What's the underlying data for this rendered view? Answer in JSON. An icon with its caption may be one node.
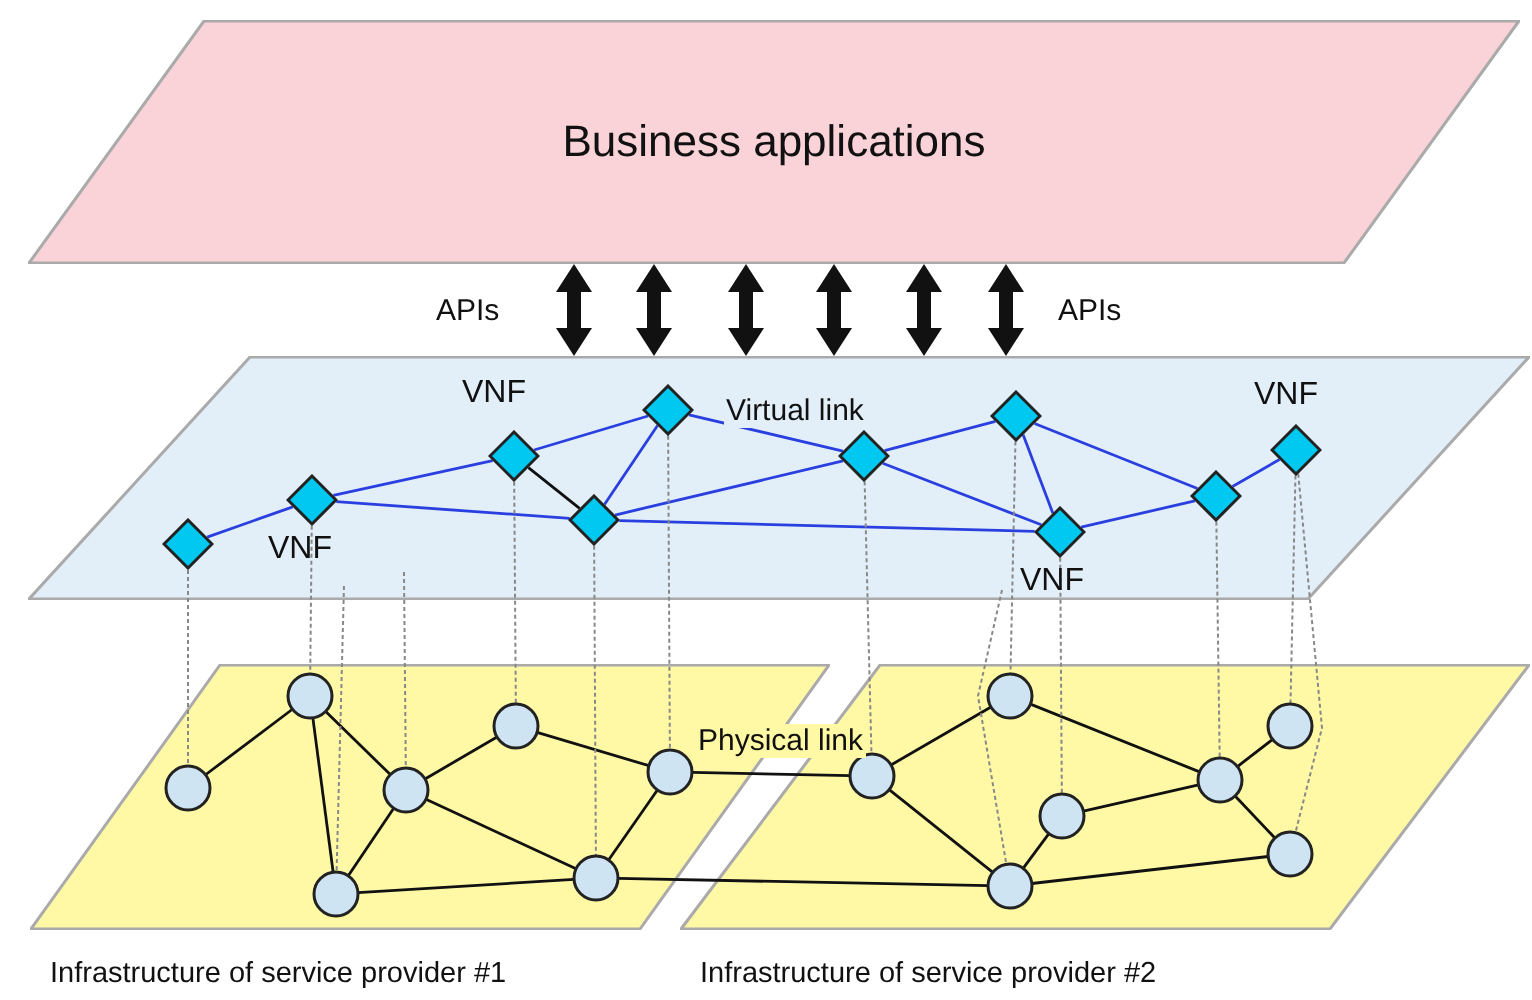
{
  "diagram": {
    "nodes": [
      {
        "text": [
          "Business applications"
        ]
      },
      {
        "text": [],
        "shape": "parallelogram"
      },
      {
        "text": [],
        "shape": "diamond",
        "in": 1
      },
      {
        "text": [],
        "shape": "diamond",
        "in": 1,
        "beside": [
          "VNF"
        ]
      },
      {
        "text": [],
        "shape": "diamond",
        "in": 1,
        "beside": [
          "VNF"
        ]
      },
      {
        "text": [],
        "shape": "diamond",
        "in": 1
      },
      {
        "text": [],
        "shape": "diamond",
        "in": 1
      },
      {
        "text": [],
        "shape": "diamond",
        "in": 1
      },
      {
        "text": [],
        "shape": "diamond",
        "in": 1
      },
      {
        "text": [],
        "shape": "diamond",
        "in": 1,
        "beside": [
          "VNF"
        ]
      },
      {
        "text": [],
        "shape": "diamond",
        "in": 1
      },
      {
        "text": [],
        "shape": "diamond",
        "in": 1,
        "beside": [
          "VNF"
        ]
      },
      {
        "text": [],
        "shape": "parallelogram",
        "beside": [
          "Infrastructure of service provider #1"
        ]
      },
      {
        "text": [],
        "shape": "circle",
        "in": 12
      },
      {
        "text": [],
        "shape": "circle",
        "in": 12
      },
      {
        "text": [],
        "shape": "circle",
        "in": 12
      },
      {
        "text": [],
        "shape": "circle",
        "in": 12
      },
      {
        "text": [],
        "shape": "circle",
        "in": 12
      },
      {
        "text": [],
        "shape": "circle",
        "in": 12
      },
      {
        "text": [],
        "shape": "circle",
        "in": 12
      },
      {
        "text": [],
        "shape": "parallelogram",
        "beside": [
          "Infrastructure of service provider #2"
        ]
      },
      {
        "text": [],
        "shape": "circle",
        "in": 20
      },
      {
        "text": [],
        "shape": "circle",
        "in": 20
      },
      {
        "text": [],
        "shape": "circle",
        "in": 20
      },
      {
        "text": [],
        "shape": "circle",
        "in": 20
      },
      {
        "text": [],
        "shape": "circle",
        "in": 20
      },
      {
        "text": [],
        "shape": "circle",
        "in": 20
      },
      {
        "text": [],
        "shape": "circle",
        "in": 20
      }
    ],
    "edges": [
      {
        "from": 0,
        "to": 1,
        "arrow": "both",
        "style": "thick"
      },
      {
        "from": 0,
        "to": 1,
        "arrow": "both",
        "style": "thick"
      },
      {
        "from": 0,
        "to": 1,
        "arrow": "both",
        "style": "thick"
      },
      {
        "from": 0,
        "to": 1,
        "arrow": "both",
        "style": "thick"
      },
      {
        "from": 0,
        "to": 1,
        "arrow": "both",
        "style": "thick"
      },
      {
        "from": 0,
        "to": 1,
        "arrow": "both",
        "style": "thick"
      },
      {
        "from": 2,
        "to": 3,
        "arrow": "none",
        "color": "#2a3fe0"
      },
      {
        "from": 3,
        "to": 4,
        "arrow": "none",
        "color": "#2a3fe0"
      },
      {
        "from": 3,
        "to": 6,
        "arrow": "none",
        "color": "#2a3fe0"
      },
      {
        "from": 4,
        "to": 5,
        "arrow": "none",
        "color": "#2a3fe0"
      },
      {
        "from": 4,
        "to": 6,
        "arrow": "none"
      },
      {
        "from": 5,
        "to": 6,
        "arrow": "none",
        "color": "#2a3fe0"
      },
      {
        "from": 5,
        "to": 7,
        "arrow": "none",
        "color": "#2a3fe0",
        "label": "Virtual link"
      },
      {
        "from": 6,
        "to": 7,
        "arrow": "none",
        "color": "#2a3fe0"
      },
      {
        "from": 6,
        "to": 9,
        "arrow": "none",
        "color": "#2a3fe0"
      },
      {
        "from": 7,
        "to": 8,
        "arrow": "none",
        "color": "#2a3fe0"
      },
      {
        "from": 7,
        "to": 9,
        "arrow": "none",
        "color": "#2a3fe0"
      },
      {
        "from": 8,
        "to": 9,
        "arrow": "none",
        "color": "#2a3fe0"
      },
      {
        "from": 8,
        "to": 10,
        "arrow": "none",
        "color": "#2a3fe0"
      },
      {
        "from": 9,
        "to": 10,
        "arrow": "none",
        "color": "#2a3fe0"
      },
      {
        "from": 10,
        "to": 11,
        "arrow": "none",
        "color": "#2a3fe0"
      },
      {
        "from": 13,
        "to": 14,
        "arrow": "none"
      },
      {
        "from": 14,
        "to": 15,
        "arrow": "none"
      },
      {
        "from": 14,
        "to": 17,
        "arrow": "none"
      },
      {
        "from": 15,
        "to": 16,
        "arrow": "none"
      },
      {
        "from": 15,
        "to": 17,
        "arrow": "none"
      },
      {
        "from": 15,
        "to": 18,
        "arrow": "none"
      },
      {
        "from": 16,
        "to": 19,
        "arrow": "none"
      },
      {
        "from": 19,
        "to": 18,
        "arrow": "none"
      },
      {
        "from": 17,
        "to": 18,
        "arrow": "none"
      },
      {
        "from": 19,
        "to": 21,
        "arrow": "none",
        "label": "Physical link"
      },
      {
        "from": 18,
        "to": 24,
        "arrow": "none"
      },
      {
        "from": 21,
        "to": 22,
        "arrow": "none"
      },
      {
        "from": 21,
        "to": 24,
        "arrow": "none"
      },
      {
        "from": 22,
        "to": 25,
        "arrow": "none"
      },
      {
        "from": 23,
        "to": 24,
        "arrow": "none"
      },
      {
        "from": 23,
        "to": 25,
        "arrow": "none"
      },
      {
        "from": 25,
        "to": 26,
        "arrow": "none"
      },
      {
        "from": 25,
        "to": 27,
        "arrow": "none"
      },
      {
        "from": 24,
        "to": 27,
        "arrow": "none"
      },
      {
        "from": 2,
        "to": 13,
        "arrow": "none",
        "style": "dashed",
        "color": "#888888"
      },
      {
        "from": 3,
        "to": 14,
        "arrow": "none",
        "style": "dashed",
        "color": "#888888"
      },
      {
        "from": 1,
        "to": 17,
        "arrow": "none",
        "style": "dashed",
        "color": "#888888"
      },
      {
        "from": 1,
        "to": 15,
        "arrow": "none",
        "style": "dashed",
        "color": "#888888"
      },
      {
        "from": 4,
        "to": 16,
        "arrow": "none",
        "style": "dashed",
        "color": "#888888"
      },
      {
        "from": 6,
        "to": 18,
        "arrow": "none",
        "style": "dashed",
        "color": "#888888"
      },
      {
        "from": 5,
        "to": 19,
        "arrow": "none",
        "style": "dashed",
        "color": "#888888"
      },
      {
        "from": 7,
        "to": 21,
        "arrow": "none",
        "style": "dashed",
        "color": "#888888"
      },
      {
        "from": 8,
        "to": 22,
        "arrow": "none",
        "style": "dashed",
        "color": "#888888"
      },
      {
        "from": 1,
        "to": 24,
        "arrow": "none",
        "style": "dashed",
        "color": "#888888"
      },
      {
        "from": 9,
        "to": 23,
        "arrow": "none",
        "style": "dashed",
        "color": "#888888"
      },
      {
        "from": 10,
        "to": 25,
        "arrow": "none",
        "style": "dashed",
        "color": "#888888"
      },
      {
        "from": 11,
        "to": 26,
        "arrow": "none",
        "style": "dashed",
        "color": "#888888"
      },
      {
        "from": 11,
        "to": 27,
        "arrow": "none",
        "style": "dashed",
        "color": "#888888"
      }
    ],
    "labels": [
      "APIs",
      "APIs"
    ]
  }
}
